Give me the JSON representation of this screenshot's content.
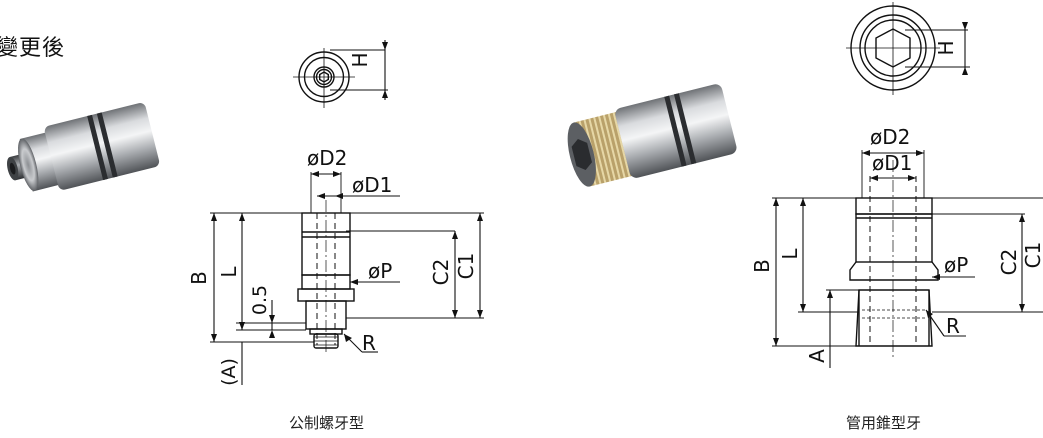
{
  "header": {
    "title": "變更後"
  },
  "left": {
    "caption": "公制螺牙型",
    "labels": {
      "H": "H",
      "D2": "øD2",
      "D1": "øD1",
      "B": "B",
      "L": "L",
      "C2": "C2",
      "C1": "C1",
      "P": "øP",
      "half": "0.5",
      "R": "R",
      "A": "(A)"
    }
  },
  "right": {
    "caption": "管用錐型牙",
    "labels": {
      "H": "H",
      "D2": "øD2",
      "D1": "øD1",
      "B": "B",
      "L": "L",
      "C2": "C2",
      "C1": "C1",
      "P": "øP",
      "R": "R",
      "A": "A"
    }
  }
}
